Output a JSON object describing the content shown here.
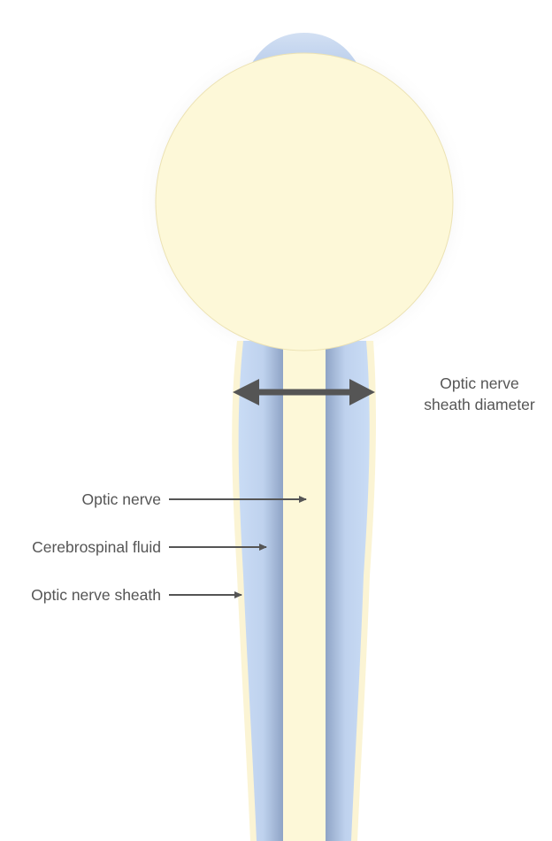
{
  "labels": {
    "sheath_diameter_line1": "Optic nerve",
    "sheath_diameter_line2": "sheath diameter",
    "optic_nerve": "Optic nerve",
    "csf": "Cerebrospinal fluid",
    "sheath": "Optic nerve sheath"
  },
  "colors": {
    "eyeball_fill": "#fdf8d8",
    "cornea_fill": "#bcd1ee",
    "csf_fill": "#c7dbf5",
    "sheath_fill": "#fbf4d4",
    "arrow": "#555555",
    "text": "#555555"
  }
}
